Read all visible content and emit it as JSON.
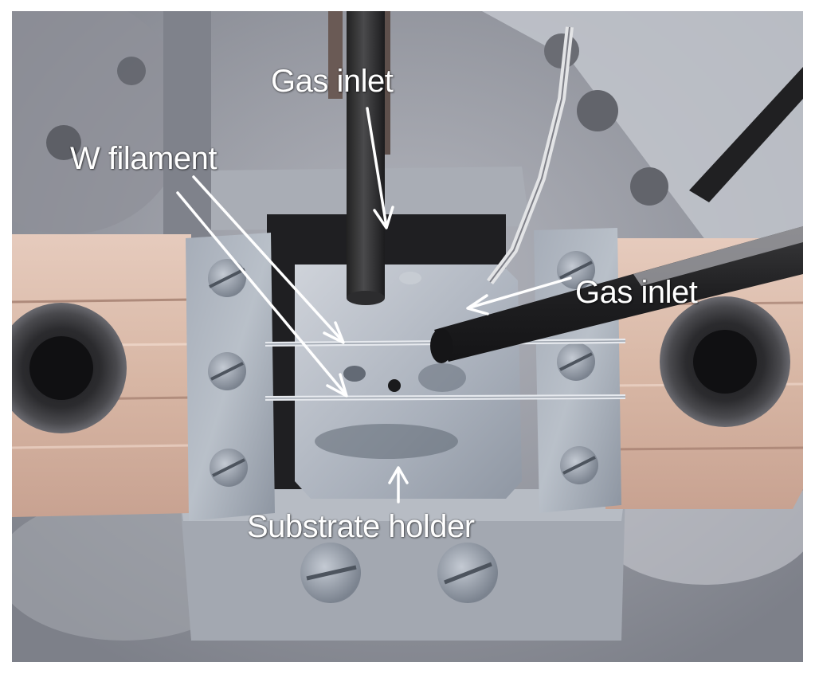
{
  "annotations": {
    "gas_inlet_top": "Gas inlet",
    "w_filament": "W filament",
    "gas_inlet_right": "Gas inlet",
    "substrate_holder": "Substrate holder"
  },
  "colors": {
    "label": "#ffffff",
    "copper": "#d9b8a8",
    "steel": "#8f96a3",
    "background": "#9a9ca6"
  }
}
